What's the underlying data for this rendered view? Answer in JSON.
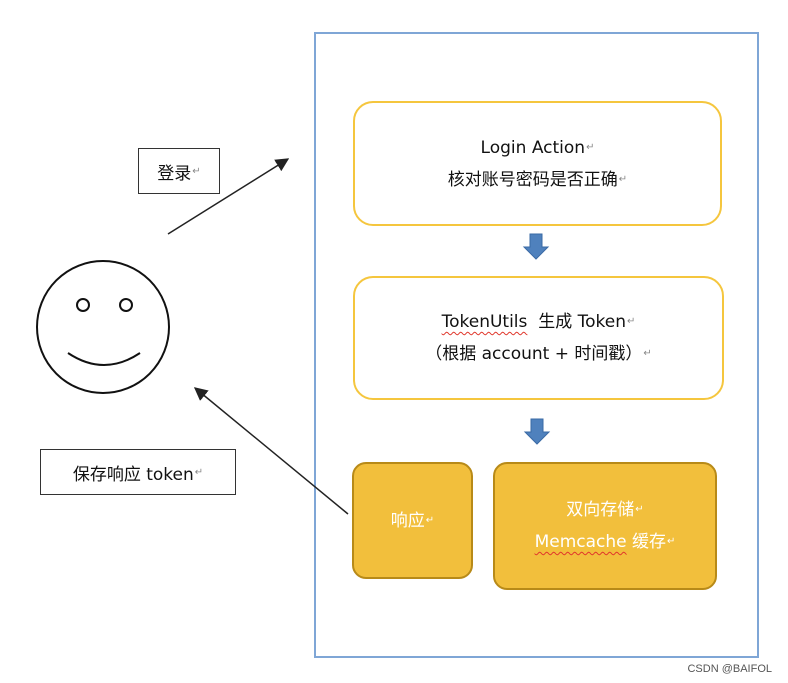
{
  "actor": {
    "icon": "smiley-face-icon"
  },
  "labels": {
    "login": "登录",
    "save_response": "保存响应 token"
  },
  "boxes": {
    "login_action": {
      "line1": "Login Action",
      "line2": "核对账号密码是否正确"
    },
    "token_utils": {
      "line1_word": "TokenUtils",
      "line1_rest": "生成 Token",
      "line2": "（根据 account +  时间戳）"
    },
    "response": {
      "label": "响应"
    },
    "storage": {
      "line1": "双向存储",
      "line2_word": "Memcache",
      "line2_rest": "缓存"
    }
  },
  "return_mark": "↵",
  "watermark": "CSDN @BAIFOL",
  "colors": {
    "frame_border": "#7fa6d6",
    "box_border_yellow": "#f5c63e",
    "box_fill_gold": "#f2bf3c",
    "arrow_blue": "#4f81bd"
  }
}
